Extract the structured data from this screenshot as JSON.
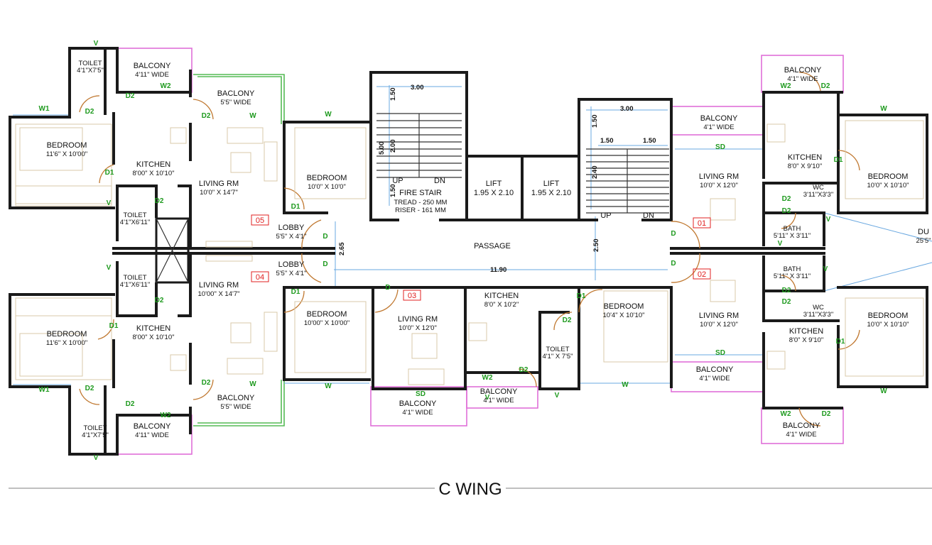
{
  "title": "C WING",
  "units": [
    "05",
    "04",
    "03",
    "01",
    "02"
  ],
  "rooms": [
    {
      "id": "toilet-tl",
      "name": "TOILET",
      "size": "4'1\"X7'5\""
    },
    {
      "id": "balcony-tl",
      "name": "BALCONY",
      "size": "4'11\" WIDE"
    },
    {
      "id": "baclony-tl",
      "name": "BACLONY",
      "size": "5'5\" WIDE"
    },
    {
      "id": "bedroom-tl",
      "name": "BEDROOM",
      "size": "11'6\" X 10'00\""
    },
    {
      "id": "kitchen-tl",
      "name": "KITCHEN",
      "size": "8'00\" X 10'10\""
    },
    {
      "id": "toilet-ml1",
      "name": "TOILET",
      "size": "4'1\"X6'11\""
    },
    {
      "id": "living-05",
      "name": "LIVING RM",
      "size": "10'0\" X 14'7\""
    },
    {
      "id": "bedroom-05",
      "name": "BEDROOM",
      "size": "10'0\" X 10'0\""
    },
    {
      "id": "lobby-1",
      "name": "LOBBY",
      "size": "5'5\" X 4'1\""
    },
    {
      "id": "lobby-2",
      "name": "LOBBY",
      "size": "5'5\" X 4'1\""
    },
    {
      "id": "toilet-ml2",
      "name": "TOILET",
      "size": "4'1\"X6'11\""
    },
    {
      "id": "living-04",
      "name": "LIVING RM",
      "size": "10'00\" X 14'7\""
    },
    {
      "id": "bedroom-bl",
      "name": "BEDROOM",
      "size": "11'6\" X 10'00\""
    },
    {
      "id": "kitchen-bl",
      "name": "KITCHEN",
      "size": "8'00\" X 10'10\""
    },
    {
      "id": "bedroom-04",
      "name": "BEDROOM",
      "size": "10'00\" X 10'00\""
    },
    {
      "id": "baclony-bl",
      "name": "BACLONY",
      "size": "5'5\" WIDE"
    },
    {
      "id": "toilet-bl",
      "name": "TOILET",
      "size": "4'1\"X7'5\""
    },
    {
      "id": "balcony-bl",
      "name": "BALCONY",
      "size": "4'11\" WIDE"
    },
    {
      "id": "living-03",
      "name": "LIVING RM",
      "size": "10'0\" X 12'0\""
    },
    {
      "id": "kitchen-03",
      "name": "KITCHEN",
      "size": "8'0\" X 10'2\""
    },
    {
      "id": "toilet-03",
      "name": "TOILET",
      "size": "4'1\" X 7'5\""
    },
    {
      "id": "bedroom-03",
      "name": "BEDROOM",
      "size": "10'4\" X 10'10\""
    },
    {
      "id": "balcony-03a",
      "name": "BALCONY",
      "size": "4'1\" WIDE"
    },
    {
      "id": "balcony-03b",
      "name": "BALCONY",
      "size": "4'1\" WIDE"
    },
    {
      "id": "balcony-01",
      "name": "BALCONY",
      "size": "4'1\" WIDE"
    },
    {
      "id": "balcony-tr",
      "name": "BALCONY",
      "size": "4'1\" WIDE"
    },
    {
      "id": "kitchen-tr",
      "name": "KITCHEN",
      "size": "8'0\" X 9'10\""
    },
    {
      "id": "bedroom-tr",
      "name": "BEDROOM",
      "size": "10'0\" X 10'10\""
    },
    {
      "id": "living-01",
      "name": "LIVING RM",
      "size": "10'0\" X 12'0\""
    },
    {
      "id": "wc-1",
      "name": "WC",
      "size": "3'11\"X3'3\""
    },
    {
      "id": "bath-1",
      "name": "BATH",
      "size": "5'11\" X 3'11\""
    },
    {
      "id": "bath-2",
      "name": "BATH",
      "size": "5'11\" X 3'11\""
    },
    {
      "id": "wc-2",
      "name": "WC",
      "size": "3'11\"X3'3\""
    },
    {
      "id": "living-02",
      "name": "LIVING RM",
      "size": "10'0\" X 12'0\""
    },
    {
      "id": "kitchen-br",
      "name": "KITCHEN",
      "size": "8'0\" X 9'10\""
    },
    {
      "id": "bedroom-br",
      "name": "BEDROOM",
      "size": "10'0\" X 10'10\""
    },
    {
      "id": "balcony-02",
      "name": "BALCONY",
      "size": "4'1\" WIDE"
    },
    {
      "id": "balcony-br",
      "name": "BALCONY",
      "size": "4'1\" WIDE"
    },
    {
      "id": "duct",
      "name": "DU",
      "size": "25'5\""
    }
  ],
  "core": {
    "passage": "PASSAGE",
    "fire_stair": "FIRE STAIR",
    "tread": "TREAD - 250 MM",
    "riser": "RISER - 161 MM",
    "lift_name": "LIFT",
    "lift_size": "1.95 X 2.10",
    "up": "UP",
    "dn": "DN"
  },
  "dims": [
    "3.00",
    "1.50",
    "5.00",
    "2.00",
    "1.50",
    "3.00",
    "1.50",
    "1.50",
    "1.50",
    "2.40",
    "2.50",
    "2.65",
    "11.90"
  ],
  "tags": {
    "v": "V",
    "w": "W",
    "w1": "W1",
    "w2": "W2",
    "d": "D",
    "d1": "D1",
    "d2": "D2",
    "sd": "SD"
  },
  "accent": {
    "wall": "#1a1a1a",
    "balcony_magenta": "#e070d8",
    "balcony_green": "#55bb55",
    "tag_green": "#1e9a1e",
    "unit_red": "#e02020",
    "door_orange": "#c07830"
  }
}
